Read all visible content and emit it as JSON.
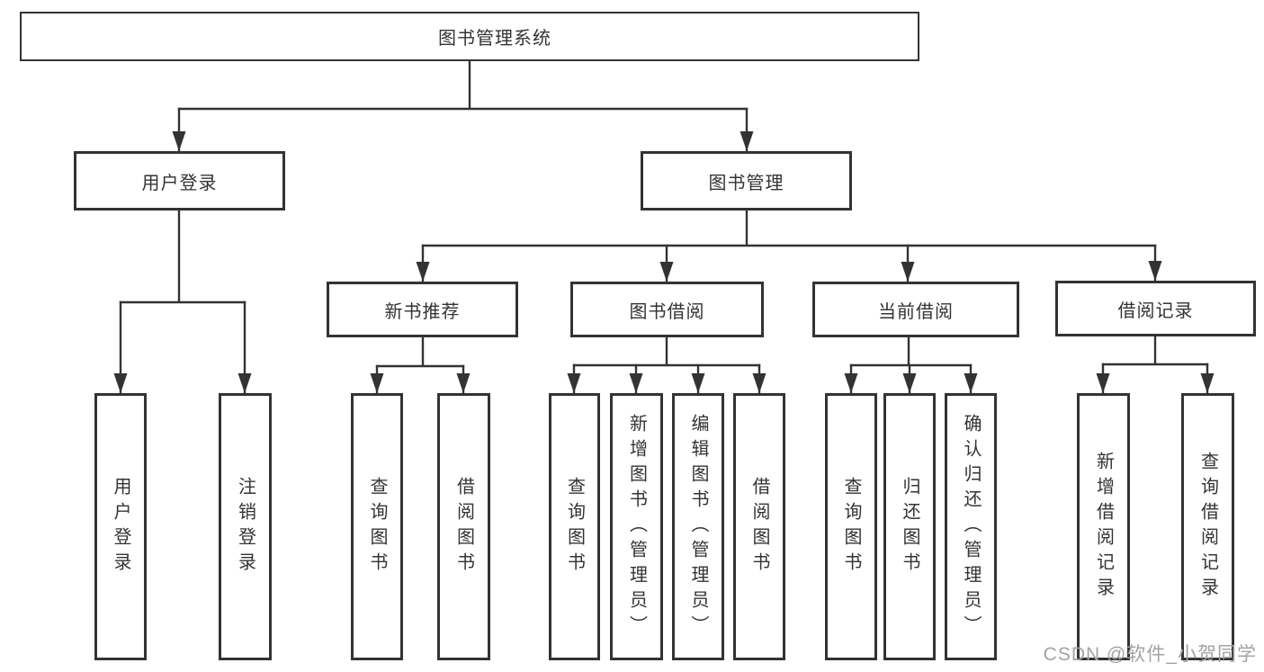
{
  "tree": {
    "label": "图书管理系统",
    "children": [
      {
        "label": "用户登录",
        "children": [
          {
            "label": "用户登录"
          },
          {
            "label": "注销登录"
          }
        ]
      },
      {
        "label": "图书管理",
        "children": [
          {
            "label": "新书推荐",
            "children": [
              {
                "label": "查询图书"
              },
              {
                "label": "借阅图书"
              }
            ]
          },
          {
            "label": "图书借阅",
            "children": [
              {
                "label": "查询图书"
              },
              {
                "label": "新增图书（管理员）"
              },
              {
                "label": "编辑图书（管理员）"
              },
              {
                "label": "借阅图书"
              }
            ]
          },
          {
            "label": "当前借阅",
            "children": [
              {
                "label": "查询图书"
              },
              {
                "label": "归还图书"
              },
              {
                "label": "确认归还（管理员）"
              }
            ]
          },
          {
            "label": "借阅记录",
            "children": [
              {
                "label": "新增借阅记录"
              },
              {
                "label": "查询借阅记录"
              }
            ]
          }
        ]
      }
    ]
  },
  "watermark": {
    "text": "CSDN @软件_小贺同学"
  },
  "colors": {
    "line": "#333333",
    "text": "#333333",
    "background": "#ffffff",
    "watermark": "#a3a3a3"
  }
}
